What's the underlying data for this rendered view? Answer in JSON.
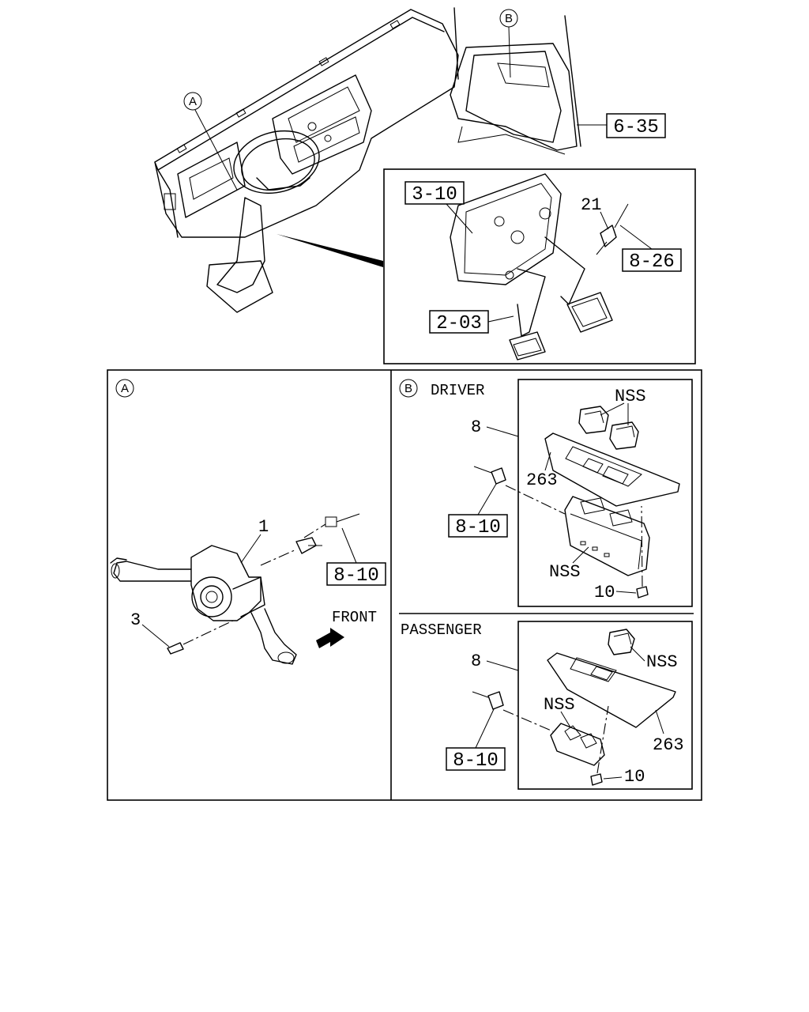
{
  "callouts": {
    "a": "A",
    "b": "B"
  },
  "top": {
    "ref_6_35": "6-35",
    "ref_3_10": "3-10",
    "ref_2_03": "2-03",
    "ref_8_26": "8-26",
    "part_21": "21"
  },
  "panel_a": {
    "callout": "A",
    "part_1": "1",
    "part_3": "3",
    "ref_8_10": "8-10",
    "front_label": "FRONT"
  },
  "panel_b_driver": {
    "callout": "B",
    "title": "DRIVER",
    "part_8": "8",
    "part_263": "263",
    "part_10": "10",
    "nss_1": "NSS",
    "nss_2": "NSS",
    "ref_8_10": "8-10"
  },
  "panel_b_passenger": {
    "title": "PASSENGER",
    "part_8": "8",
    "part_263": "263",
    "part_10": "10",
    "nss_1": "NSS",
    "nss_2": "NSS",
    "ref_8_10": "8-10"
  }
}
